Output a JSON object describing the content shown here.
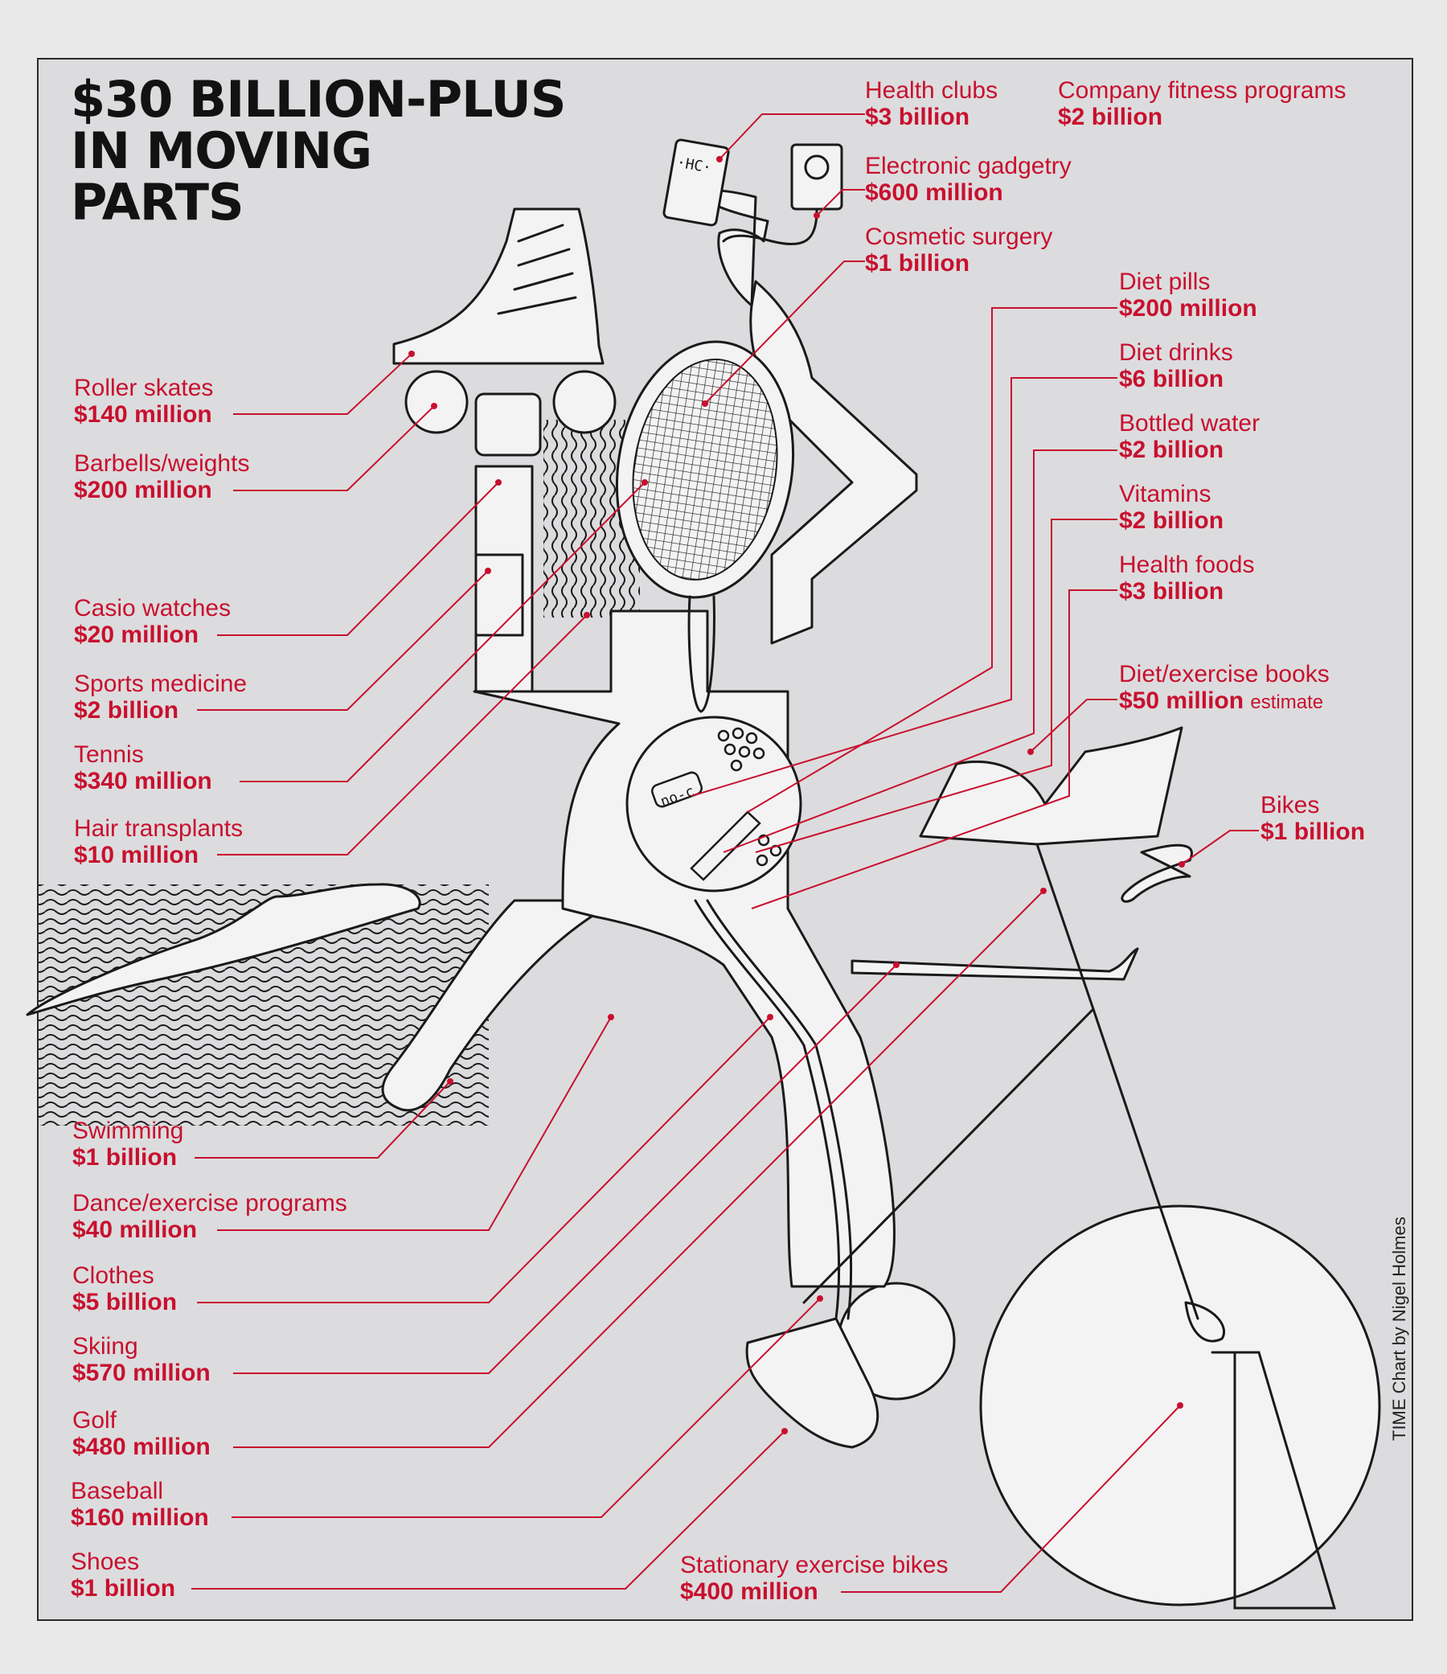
{
  "title": {
    "line1": "$30 BILLION-PLUS",
    "line2": "IN MOVING",
    "line3": "PARTS"
  },
  "colors": {
    "accent": "#c8102e",
    "ink": "#1a1a1a",
    "background": "#dcdcde"
  },
  "items": [
    {
      "name": "Health clubs",
      "amount": "$3 billion"
    },
    {
      "name": "Company fitness programs",
      "amount": "$2 billion"
    },
    {
      "name": "Electronic gadgetry",
      "amount": "$600 million"
    },
    {
      "name": "Cosmetic surgery",
      "amount": "$1 billion"
    },
    {
      "name": "Diet pills",
      "amount": "$200 million"
    },
    {
      "name": "Diet drinks",
      "amount": "$6 billion"
    },
    {
      "name": "Bottled water",
      "amount": "$2 billion"
    },
    {
      "name": "Vitamins",
      "amount": "$2 billion"
    },
    {
      "name": "Health foods",
      "amount": "$3 billion"
    },
    {
      "name": "Diet/exercise books",
      "amount": "$50 million",
      "note": "estimate"
    },
    {
      "name": "Bikes",
      "amount": "$1 billion"
    },
    {
      "name": "Roller skates",
      "amount": "$140 million"
    },
    {
      "name": "Barbells/weights",
      "amount": "$200 million"
    },
    {
      "name": "Casio watches",
      "amount": "$20 million"
    },
    {
      "name": "Sports medicine",
      "amount": "$2 billion"
    },
    {
      "name": "Tennis",
      "amount": "$340 million"
    },
    {
      "name": "Hair transplants",
      "amount": "$10 million"
    },
    {
      "name": "Swimming",
      "amount": "$1 billion"
    },
    {
      "name": "Dance/exercise programs",
      "amount": "$40 million"
    },
    {
      "name": "Clothes",
      "amount": "$5 billion"
    },
    {
      "name": "Skiing",
      "amount": "$570 million"
    },
    {
      "name": "Golf",
      "amount": "$480 million"
    },
    {
      "name": "Baseball",
      "amount": "$160 million"
    },
    {
      "name": "Shoes",
      "amount": "$1 billion"
    },
    {
      "name": "Stationary exercise bikes",
      "amount": "$400 million"
    }
  ],
  "illustration": {
    "health_club_card_text": "·HC·",
    "diet_can_text": "no-c"
  },
  "credit": "TIME Chart by Nigel Holmes"
}
